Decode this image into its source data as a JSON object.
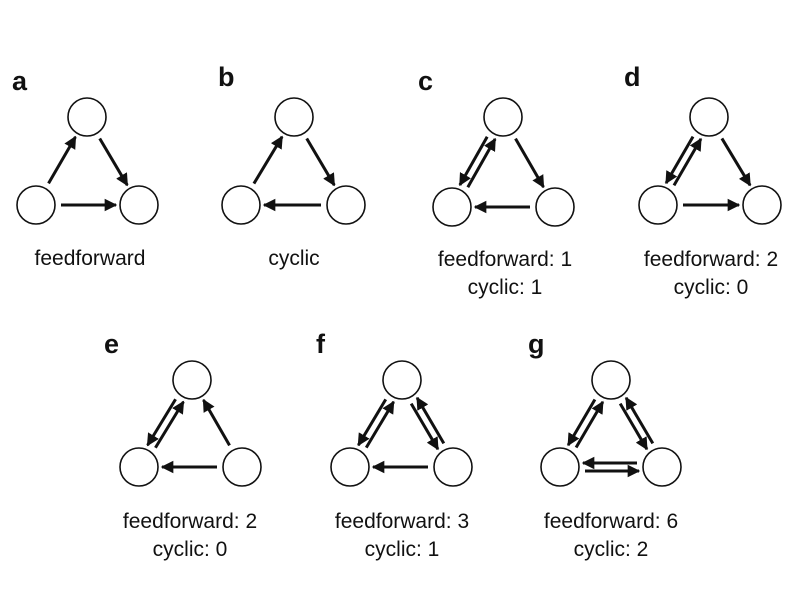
{
  "colors": {
    "ink": "#111111",
    "background": "#ffffff"
  },
  "panels": [
    {
      "letter": "a",
      "caption": [
        "feedforward"
      ],
      "edges": [
        [
          "bl",
          "top"
        ],
        [
          "top",
          "br"
        ],
        [
          "bl",
          "br"
        ]
      ]
    },
    {
      "letter": "b",
      "caption": [
        "cyclic"
      ],
      "edges": [
        [
          "bl",
          "top"
        ],
        [
          "top",
          "br"
        ],
        [
          "br",
          "bl"
        ]
      ]
    },
    {
      "letter": "c",
      "caption": [
        "feedforward: 1",
        "cyclic: 1"
      ],
      "edges": [
        [
          "bl",
          "top"
        ],
        [
          "top",
          "bl"
        ],
        [
          "top",
          "br"
        ],
        [
          "br",
          "bl"
        ]
      ]
    },
    {
      "letter": "d",
      "caption": [
        "feedforward: 2",
        "cyclic: 0"
      ],
      "edges": [
        [
          "bl",
          "top"
        ],
        [
          "top",
          "bl"
        ],
        [
          "top",
          "br"
        ],
        [
          "bl",
          "br"
        ]
      ]
    },
    {
      "letter": "e",
      "caption": [
        "feedforward: 2",
        "cyclic: 0"
      ],
      "edges": [
        [
          "bl",
          "top"
        ],
        [
          "top",
          "bl"
        ],
        [
          "br",
          "top"
        ],
        [
          "br",
          "bl"
        ]
      ]
    },
    {
      "letter": "f",
      "caption": [
        "feedforward: 3",
        "cyclic: 1"
      ],
      "edges": [
        [
          "bl",
          "top"
        ],
        [
          "top",
          "bl"
        ],
        [
          "top",
          "br"
        ],
        [
          "br",
          "top"
        ],
        [
          "br",
          "bl"
        ]
      ]
    },
    {
      "letter": "g",
      "caption": [
        "feedforward: 6",
        "cyclic: 2"
      ],
      "edges": [
        [
          "bl",
          "top"
        ],
        [
          "top",
          "bl"
        ],
        [
          "top",
          "br"
        ],
        [
          "br",
          "top"
        ],
        [
          "br",
          "bl"
        ],
        [
          "bl",
          "br"
        ]
      ]
    }
  ]
}
